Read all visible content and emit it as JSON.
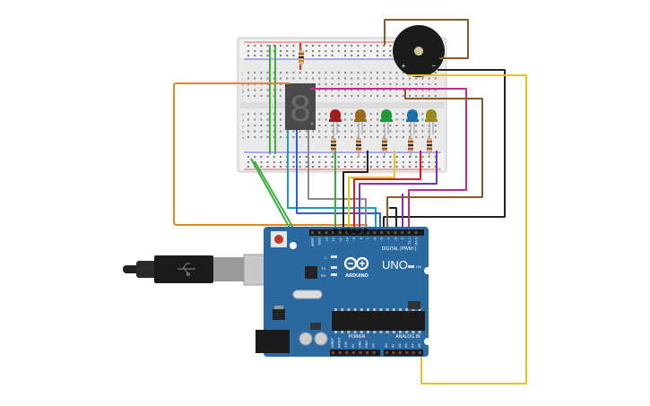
{
  "arduino": {
    "logo_text": "ARDUINO",
    "model": "UNO",
    "digital_label": "DIGITAL (PWM~)",
    "analog_label": "ANALOG IN",
    "power_label": "POWER",
    "on_label": "ON",
    "l_label": "L",
    "tx_label": "TX",
    "rx_label": "RX",
    "digital_pins": [
      "AREF",
      "GND",
      "13",
      "12",
      "~11",
      "~10",
      "~9",
      "8",
      "7",
      "~6",
      "~5",
      "4",
      "~3",
      "2",
      "TX 1",
      "RX 0"
    ],
    "power_pins": [
      "IOREF",
      "RESET",
      "3.3V",
      "5V",
      "GND",
      "GND",
      "Vin"
    ],
    "analog_pins": [
      "A0",
      "A1",
      "A2",
      "A3",
      "A4",
      "A5"
    ]
  },
  "breadboard": {
    "row_letters_top": [
      "j",
      "i",
      "h",
      "g",
      "f"
    ],
    "row_letters_bottom": [
      "e",
      "d",
      "c",
      "b",
      "a"
    ]
  },
  "buzzer": {
    "plus": "+",
    "minus": "−"
  },
  "seven_segment": {
    "digit": "8"
  },
  "leds": [
    {
      "name": "led-red",
      "color": "#a01c1c"
    },
    {
      "name": "led-orange",
      "color": "#9a6a1a"
    },
    {
      "name": "led-green",
      "color": "#1f9a3a"
    },
    {
      "name": "led-blue",
      "color": "#1a6fa8"
    },
    {
      "name": "led-yellow",
      "color": "#9a8a1a"
    }
  ],
  "colors": {
    "board_blue": "#2b6aa0",
    "wire_orange": "#e08a1e",
    "wire_yellow": "#e8c61a",
    "wire_green": "#3fae3f",
    "wire_brown": "#8b5a2b",
    "wire_magenta": "#c02a8a",
    "wire_purple": "#7a34b0",
    "wire_red": "#d02020",
    "wire_black": "#222222",
    "wire_cyan": "#1aa0b0",
    "wire_blue": "#2a60d0",
    "wire_gray": "#8a8a8a"
  }
}
